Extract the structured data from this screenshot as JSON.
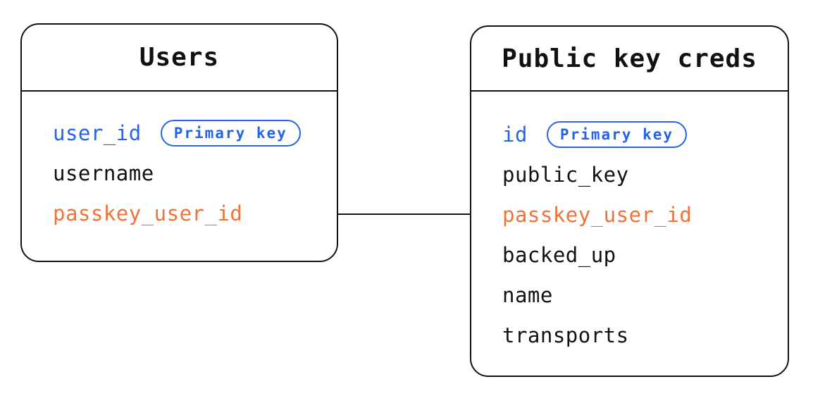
{
  "diagram": {
    "colors": {
      "primary_key_blue": "#2563eb",
      "foreign_key_orange": "#ED7339",
      "line_black": "#111111",
      "background": "#ffffff"
    },
    "connector": {
      "from_table": "Users",
      "from_field": "passkey_user_id",
      "to_table": "Public key creds",
      "to_field": "passkey_user_id"
    },
    "tables": [
      {
        "title": "Users",
        "fields": [
          {
            "name": "user_id",
            "badge": "Primary key",
            "role": "primary"
          },
          {
            "name": "username",
            "role": "normal"
          },
          {
            "name": "passkey_user_id",
            "role": "foreign"
          }
        ]
      },
      {
        "title": "Public key creds",
        "fields": [
          {
            "name": "id",
            "badge": "Primary key",
            "role": "primary"
          },
          {
            "name": "public_key",
            "role": "normal"
          },
          {
            "name": "passkey_user_id",
            "role": "foreign"
          },
          {
            "name": "backed_up",
            "role": "normal"
          },
          {
            "name": "name",
            "role": "normal"
          },
          {
            "name": "transports",
            "role": "normal"
          }
        ]
      }
    ]
  }
}
